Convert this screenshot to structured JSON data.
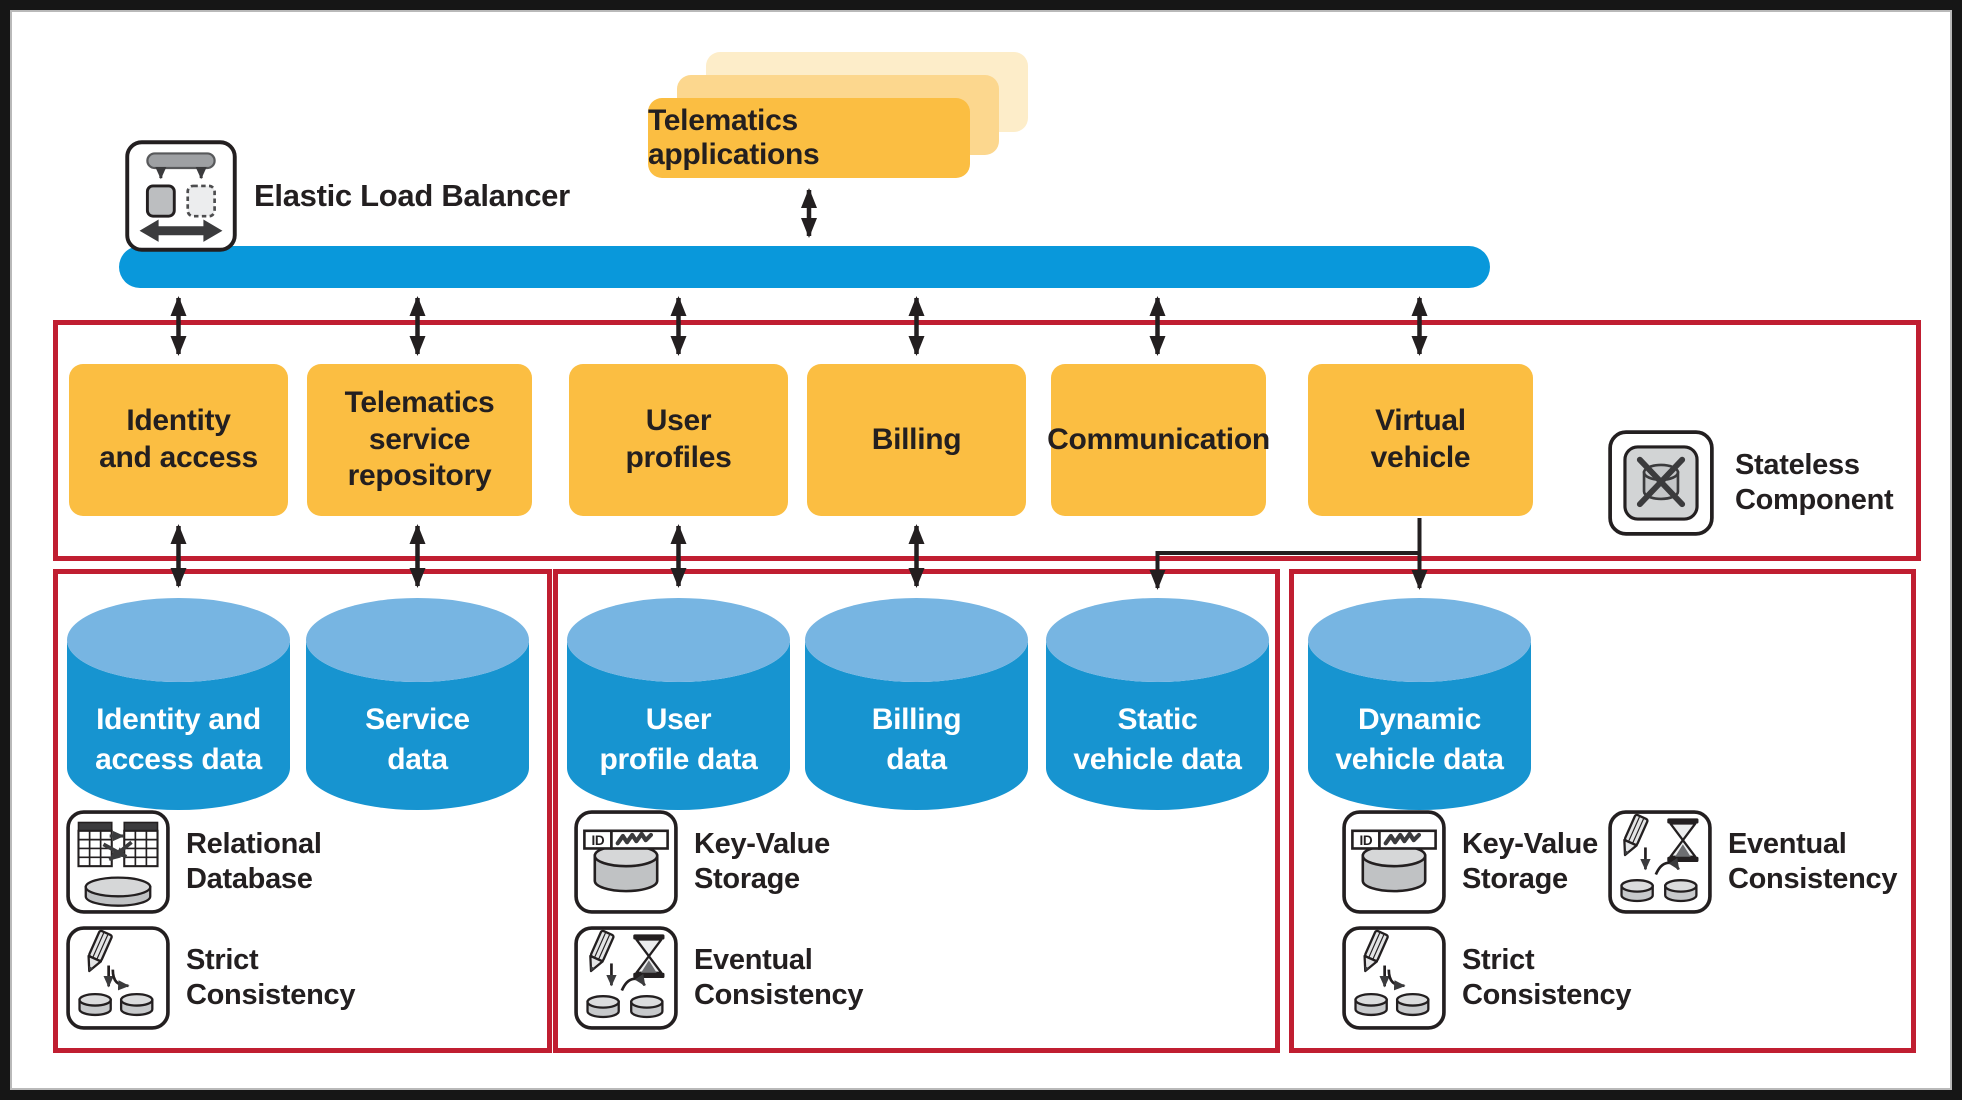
{
  "load_balancer": {
    "label": "Elastic Load Balancer"
  },
  "applications": {
    "label": "Telematics applications"
  },
  "components": [
    {
      "label": "Identity\nand access"
    },
    {
      "label": "Telematics\nservice\nrepository"
    },
    {
      "label": "User\nprofiles"
    },
    {
      "label": "Billing"
    },
    {
      "label": "Communication"
    },
    {
      "label": "Virtual\nvehicle"
    }
  ],
  "stateless": {
    "label": "Stateless\nComponent"
  },
  "data_groups": {
    "left": {
      "cylinders": [
        {
          "label": "Identity and\naccess data"
        },
        {
          "label": "Service\ndata"
        }
      ],
      "legends": [
        {
          "icon": "relational-database-icon",
          "label": "Relational\nDatabase"
        },
        {
          "icon": "strict-consistency-icon",
          "label": "Strict\nConsistency"
        }
      ]
    },
    "middle": {
      "cylinders": [
        {
          "label": "User\nprofile data"
        },
        {
          "label": "Billing\ndata"
        },
        {
          "label": "Static\nvehicle data"
        }
      ],
      "legends": [
        {
          "icon": "key-value-storage-icon",
          "label": "Key-Value\nStorage"
        },
        {
          "icon": "eventual-consistency-icon",
          "label": "Eventual\nConsistency"
        }
      ]
    },
    "right": {
      "cylinders": [
        {
          "label": "Dynamic\nvehicle data"
        }
      ],
      "legends": [
        {
          "icon": "key-value-storage-icon",
          "label": "Key-Value\nStorage"
        },
        {
          "icon": "eventual-consistency-icon",
          "label": "Eventual\nConsistency"
        },
        {
          "icon": "strict-consistency-icon",
          "label": "Strict\nConsistency"
        }
      ]
    }
  },
  "icon_text": {
    "id_badge": "ID"
  },
  "colors": {
    "bar_blue": "#0998DB",
    "cylinder_body_blue": "#1794D0",
    "cylinder_top_blue": "#77B5E2",
    "component_orange": "#FBBE42",
    "stack_mid_orange": "#FCD78E",
    "stack_back_orange": "#FDEDC9",
    "group_border_red": "#C01E31",
    "text_dark": "#231F20"
  }
}
